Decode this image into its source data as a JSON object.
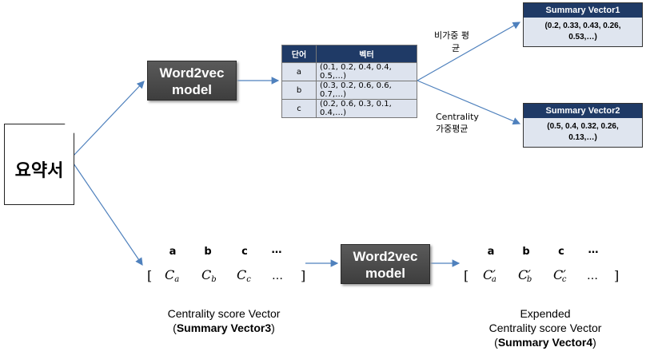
{
  "document": {
    "label": "요약서"
  },
  "word2vec_top": {
    "line1": "Word2vec",
    "line2": "model"
  },
  "word2vec_bottom": {
    "line1": "Word2vec",
    "line2": "model"
  },
  "table": {
    "headers": [
      "단어",
      "벡터"
    ],
    "rows": [
      {
        "word": "a",
        "vector": "(0.1, 0.2, 0.4, 0.4, 0.5,…)"
      },
      {
        "word": "b",
        "vector": "(0.3, 0.2, 0.6, 0.6, 0.7,…)"
      },
      {
        "word": "c",
        "vector": "(0.2, 0.6, 0.3, 0.1, 0.4,…)"
      }
    ]
  },
  "edge_labels": {
    "unweighted_line1": "비가중 평",
    "unweighted_line2": "균",
    "weighted_line1": "Centrality",
    "weighted_line2": "가중평균"
  },
  "summary1": {
    "title": "Summary Vector1",
    "line1": "(0.2, 0.33, 0.43, 0.26,",
    "line2": "0.53,…)"
  },
  "summary2": {
    "title": "Summary Vector2",
    "line1": "(0.5, 0.4, 0.32, 0.26,",
    "line2": "0.13,…)"
  },
  "left_vector": {
    "headers": [
      "a",
      "b",
      "c",
      "…"
    ],
    "open": "[",
    "close": "]",
    "elements": [
      "C_a",
      "C_b",
      "C_c",
      "…"
    ]
  },
  "right_vector": {
    "headers": [
      "a",
      "b",
      "c",
      "…"
    ],
    "open": "[",
    "close": "]",
    "elements": [
      "C′_a",
      "C′_b",
      "C′_c",
      "…"
    ]
  },
  "caption_left": {
    "line1": "Centrality score Vector",
    "open": "(",
    "bold": "Summary Vector3",
    "close": ")"
  },
  "caption_right": {
    "line1": "Expended",
    "line2": "Centrality score Vector",
    "open": "(",
    "bold": "Summary Vector4",
    "close": ")"
  },
  "colors": {
    "arrow": "#4f81bd",
    "header_fill": "#1f3a66",
    "cell_fill": "#dde3ee",
    "model_fill": "#4a4a4a"
  }
}
